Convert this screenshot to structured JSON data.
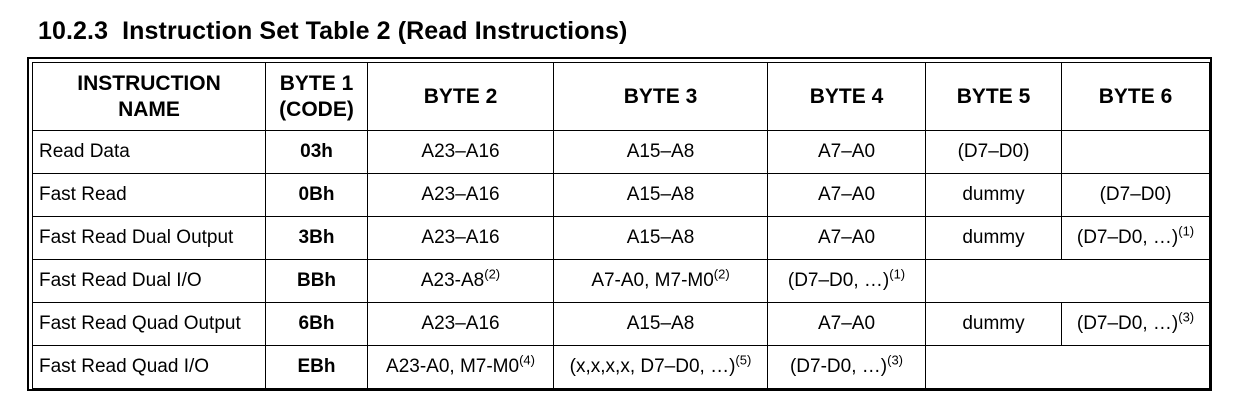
{
  "heading": {
    "number": "10.2.3",
    "title": "Instruction Set Table 2 (Read Instructions)"
  },
  "table": {
    "headers": {
      "name_line1": "INSTRUCTION",
      "name_line2": "NAME",
      "byte1_line1": "BYTE 1",
      "byte1_line2": "(CODE)",
      "byte2": "BYTE 2",
      "byte3": "BYTE 3",
      "byte4": "BYTE 4",
      "byte5": "BYTE 5",
      "byte6": "BYTE 6"
    },
    "rows": [
      {
        "name": "Read Data",
        "code": "03h",
        "byte2": "A23–A16",
        "byte3": "A15–A8",
        "byte4": "A7–A0",
        "byte5": "(D7–D0)",
        "byte6": ""
      },
      {
        "name": "Fast Read",
        "code": "0Bh",
        "byte2": "A23–A16",
        "byte3": "A15–A8",
        "byte4": "A7–A0",
        "byte5": "dummy",
        "byte6": "(D7–D0)"
      },
      {
        "name": "Fast Read Dual Output",
        "code": "3Bh",
        "byte2": "A23–A16",
        "byte3": "A15–A8",
        "byte4": "A7–A0",
        "byte5": "dummy",
        "byte6": "(D7–D0, …)",
        "byte6_note": "(1)"
      },
      {
        "name": "Fast Read Dual I/O",
        "code": "BBh",
        "byte2": "A23-A8",
        "byte2_note": "(2)",
        "byte3": "A7-A0, M7-M0",
        "byte3_note": "(2)",
        "byte4": "(D7–D0, …)",
        "byte4_note": "(1)"
      },
      {
        "name": "Fast Read Quad Output",
        "code": "6Bh",
        "byte2": "A23–A16",
        "byte3": "A15–A8",
        "byte4": "A7–A0",
        "byte5": "dummy",
        "byte6": "(D7–D0, …)",
        "byte6_note": "(3)"
      },
      {
        "name": "Fast Read Quad I/O",
        "code": "EBh",
        "byte2": "A23-A0, M7-M0",
        "byte2_note": "(4)",
        "byte3": "(x,x,x,x, D7–D0, …)",
        "byte3_note": "(5)",
        "byte4": "(D7-D0, …)",
        "byte4_note": "(3)"
      }
    ]
  }
}
